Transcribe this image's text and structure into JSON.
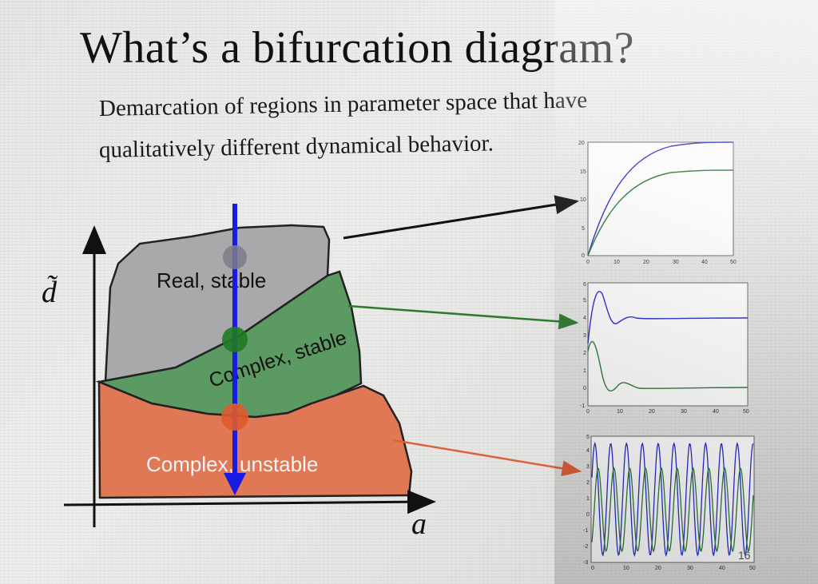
{
  "slide": {
    "title": "What’s a bifurcation diagram?",
    "subtitle_line1": "Demarcation of regions in parameter space that have",
    "subtitle_line2": "qualitatively different dynamical behavior.",
    "page_number": "16"
  },
  "diagram": {
    "y_axis_label": "d̃",
    "x_axis_label": "a",
    "regions": [
      {
        "label": "Real, stable",
        "color": "#a9a9ab"
      },
      {
        "label": "Complex, stable",
        "color": "#5b9a62"
      },
      {
        "label": "Complex, unstable",
        "color": "#e07856"
      }
    ],
    "arrow_color": "#1a1ae0"
  },
  "plots": [
    {
      "y_ticks": [
        "0",
        "5",
        "10",
        "15",
        "20"
      ],
      "x_ticks": [
        "0",
        "10",
        "20",
        "30",
        "40",
        "50"
      ]
    },
    {
      "y_ticks": [
        "-1",
        "0",
        "1",
        "2",
        "3",
        "4",
        "5",
        "6"
      ],
      "x_ticks": [
        "0",
        "10",
        "20",
        "30",
        "40",
        "50"
      ]
    },
    {
      "y_ticks": [
        "-3",
        "-2",
        "-1",
        "0",
        "1",
        "2",
        "3",
        "4",
        "5"
      ],
      "x_ticks": [
        "0",
        "10",
        "20",
        "30",
        "40",
        "50"
      ]
    }
  ]
}
